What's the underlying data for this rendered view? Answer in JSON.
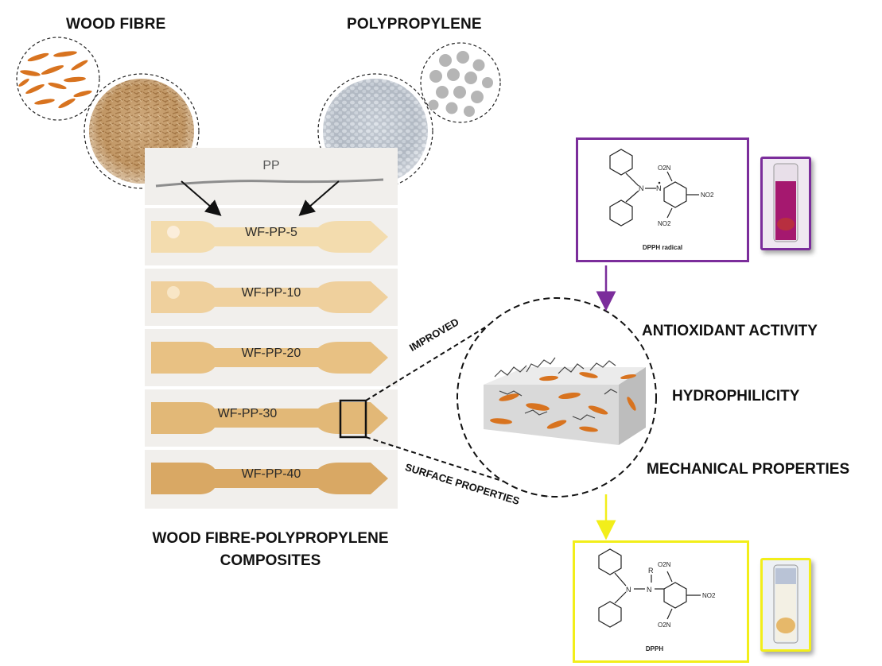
{
  "raw_materials": {
    "wood_fibre_label": "WOOD FIBRE",
    "polypropylene_label": "POLYPROPYLENE"
  },
  "samples": [
    {
      "label": "PP"
    },
    {
      "label": "WF-PP-5"
    },
    {
      "label": "WF-PP-10"
    },
    {
      "label": "WF-PP-20"
    },
    {
      "label": "WF-PP-30"
    },
    {
      "label": "WF-PP-40"
    }
  ],
  "composites_caption": [
    "WOOD FIBRE-POLYPROPYLENE",
    "COMPOSITES"
  ],
  "zoom_labels": {
    "improved": "IMPROVED",
    "surface_properties": "SURFACE PROPERTIES"
  },
  "properties": [
    "ANTIOXIDANT ACTIVITY",
    "HYDROPHILICITY",
    "MECHANICAL PROPERTIES"
  ],
  "molecules": {
    "top": {
      "caption": "DPPH radical",
      "groups": [
        "O2N",
        "NO2",
        "NO2"
      ],
      "frame_color": "#7b2d9b",
      "vial_color": "purple"
    },
    "bottom": {
      "caption": "DPPH",
      "groups": [
        "O2N",
        "NO2",
        "O2N"
      ],
      "substituent": "R",
      "frame_color": "#f2ee1a",
      "vial_color": "pale yellow"
    }
  },
  "colors": {
    "fibre_orange": "#d8731f",
    "pp_gray": "#b5b5b5",
    "arrow_purple": "#7b2d9b",
    "arrow_yellow": "#f2ee1a"
  }
}
